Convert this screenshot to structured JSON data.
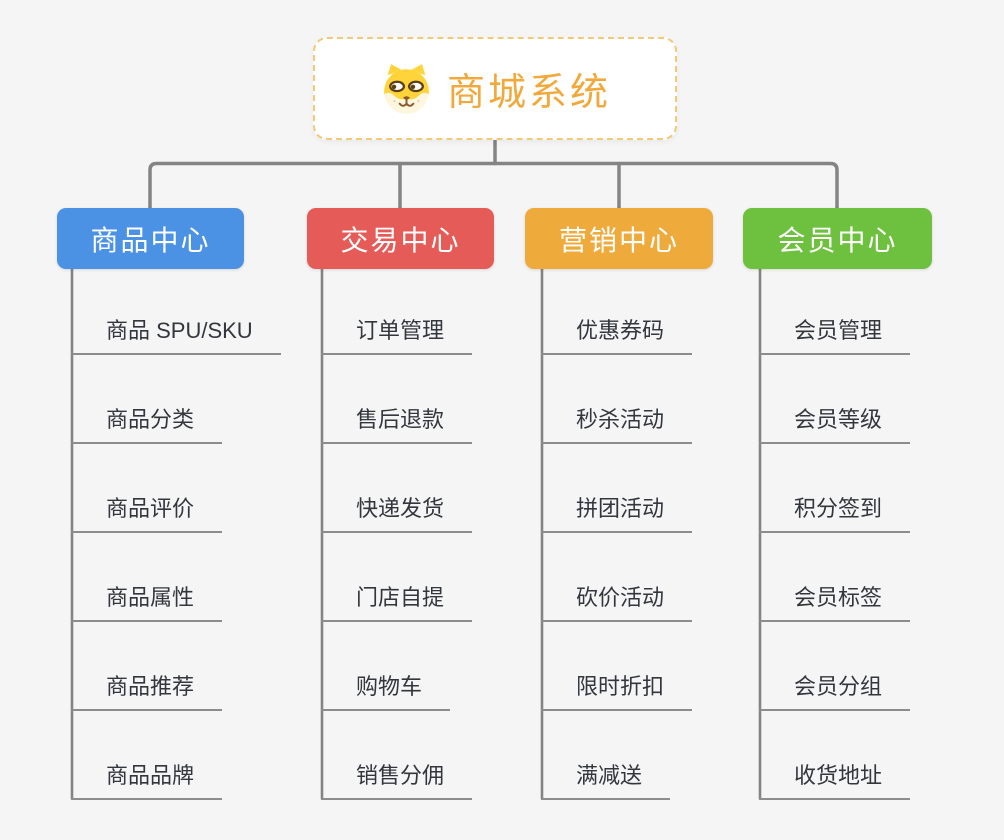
{
  "root": {
    "label": "商城系统",
    "icon": "dog-face-icon",
    "text_color": "#F1A93C",
    "border_color": "#F3C877",
    "background": "#FFFFFF"
  },
  "branches": [
    {
      "label": "商品中心",
      "color": "#4B92E5",
      "children": [
        "商品 SPU/SKU",
        "商品分类",
        "商品评价",
        "商品属性",
        "商品推荐",
        "商品品牌"
      ]
    },
    {
      "label": "交易中心",
      "color": "#E55B57",
      "children": [
        "订单管理",
        "售后退款",
        "快递发货",
        "门店自提",
        "购物车",
        "销售分佣"
      ]
    },
    {
      "label": "营销中心",
      "color": "#EFAA3C",
      "children": [
        "优惠券码",
        "秒杀活动",
        "拼团活动",
        "砍价活动",
        "限时折扣",
        "满减送"
      ]
    },
    {
      "label": "会员中心",
      "color": "#6EC13E",
      "children": [
        "会员管理",
        "会员等级",
        "积分签到",
        "会员标签",
        "会员分组",
        "收货地址"
      ]
    }
  ],
  "style": {
    "canvas_background": "#F5F5F5",
    "connector_color": "#848484",
    "underline_color": "#8C8C8C",
    "child_text_color": "#33373D"
  }
}
